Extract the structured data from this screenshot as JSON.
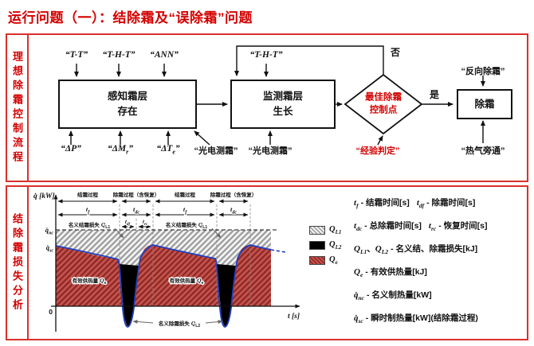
{
  "title": "运行问题（一）：结除霜及“误除霜”问题",
  "colors": {
    "accent": "#d40000",
    "panel_border": "#d9302c",
    "curve": "#1f3fbf",
    "effective_fill": "#c4534e",
    "loss_fill": "#000000"
  },
  "flow": {
    "sidebar": "理想除霜控制流程",
    "label_tt": "“T-T”",
    "label_tht": "“T-H-T”",
    "label_ann": "“ANN”",
    "label_tht2": "“T-H-T”",
    "no": "否",
    "yes": "是",
    "box_sense_line1": "感知霜层",
    "box_sense_line2": "存在",
    "box_monitor_line1": "监测霜层",
    "box_monitor_line2": "生长",
    "diamond_line1": "最佳除霜",
    "diamond_line2": "控制点",
    "box_defrost": "除霜",
    "reverse_defrost": "“反向除霜”",
    "hot_gas_bypass": "“热气旁通”",
    "dp": "“ΔP”",
    "dm_pre": "“ΔM",
    "dm_sub": "r",
    "dm_post": "”",
    "dt_pre": "“ΔT",
    "dt_sub": "e",
    "dt_post": "”",
    "photo1": "“光电测霜”",
    "photo2": "“光电测霜”",
    "empirical": "“经验判定”"
  },
  "analysis": {
    "sidebar": "结除霜损失分析",
    "chart": {
      "ylabel": "q̇ [kW]",
      "xlabel": "t [s]",
      "zero": "0",
      "nc_var": "q̇",
      "nc_sub": "nc",
      "sc_var": "q̇",
      "sc_sub": "sc",
      "phases": [
        "结霜过程",
        "除霜过程（含恢复）",
        "结霜过程",
        "除霜过程（含恢复）"
      ],
      "tf_var": "t",
      "tf_sub": "f",
      "tdc_var": "t",
      "tdc_sub": "dc",
      "tdf_var": "t",
      "tdf_sub": "df",
      "trc_var": "t",
      "trc_sub": "rc",
      "frost_loss": "名义结霜损失",
      "frost_loss_var": "Q",
      "frost_loss_sub": "L1",
      "effective": "有效供热量",
      "effective_var": "Q",
      "effective_sub": "e",
      "defrost_loss": "名义除霜损失",
      "defrost_loss_var": "Q",
      "defrost_loss_sub": "L2"
    },
    "legend": {
      "l1_var": "Q",
      "l1_sub": "L1",
      "l2_var": "Q",
      "l2_sub": "L2",
      "le_var": "Q",
      "le_sub": "e"
    },
    "defs": {
      "r1a_v": "t",
      "r1a_s": "f",
      "r1a_t": "- 结霜时间[s]",
      "r1b_v": "t",
      "r1b_s": "df",
      "r1b_t": "- 除霜时间[s]",
      "r2a_v": "t",
      "r2a_s": "dc",
      "r2a_t": "- 总除霜时间[s]",
      "r2b_v": "t",
      "r2b_s": "rc",
      "r2b_t": "- 恢复时间[s]",
      "r3a_v": "Q",
      "r3a_s": "L1",
      "r3_sep": "、",
      "r3b_v": "Q",
      "r3b_s": "L2",
      "r3_t": "- 名义结、除霜损失[kJ]",
      "r4_v": "Q",
      "r4_s": "e",
      "r4_t": "- 有效供热量[kJ]",
      "r5_v": "q̇",
      "r5_s": "nc",
      "r5_t": "- 名义制热量[kW]",
      "r6_v": "q̇",
      "r6_s": "sc",
      "r6_t": "- 瞬时制热量[kW](结除霜过程)"
    }
  },
  "chart_data": {
    "type": "area",
    "xlabel": "t [s]",
    "ylabel": "q̇ [kW]",
    "y_numeric_ticks": [
      "0"
    ],
    "reference_levels": [
      "q̇nc",
      "q̇sc"
    ],
    "phases": [
      "结霜过程",
      "除霜过程（含恢复）",
      "结霜过程",
      "除霜过程（含恢复）"
    ],
    "time_symbols": [
      "tf 结霜时间",
      "tdc 总除霜时间",
      "tdf 除霜时间",
      "trc 恢复时间"
    ],
    "regions": [
      {
        "label": "名义结霜损失 QL1",
        "fill": "gray-hatch"
      },
      {
        "label": "名义除霜损失 QL2",
        "fill": "black"
      },
      {
        "label": "有效供热量 Qe",
        "fill": "red-hatch"
      }
    ],
    "curve": {
      "name": "瞬时制热量 q̇sc",
      "color": "#1f3fbf",
      "shape": "starts at q̇sc, decays gradually during each 结霜过程, plunges below 0 during 除霜, recovers to q̇sc, repeats (2 cycles shown)"
    }
  }
}
